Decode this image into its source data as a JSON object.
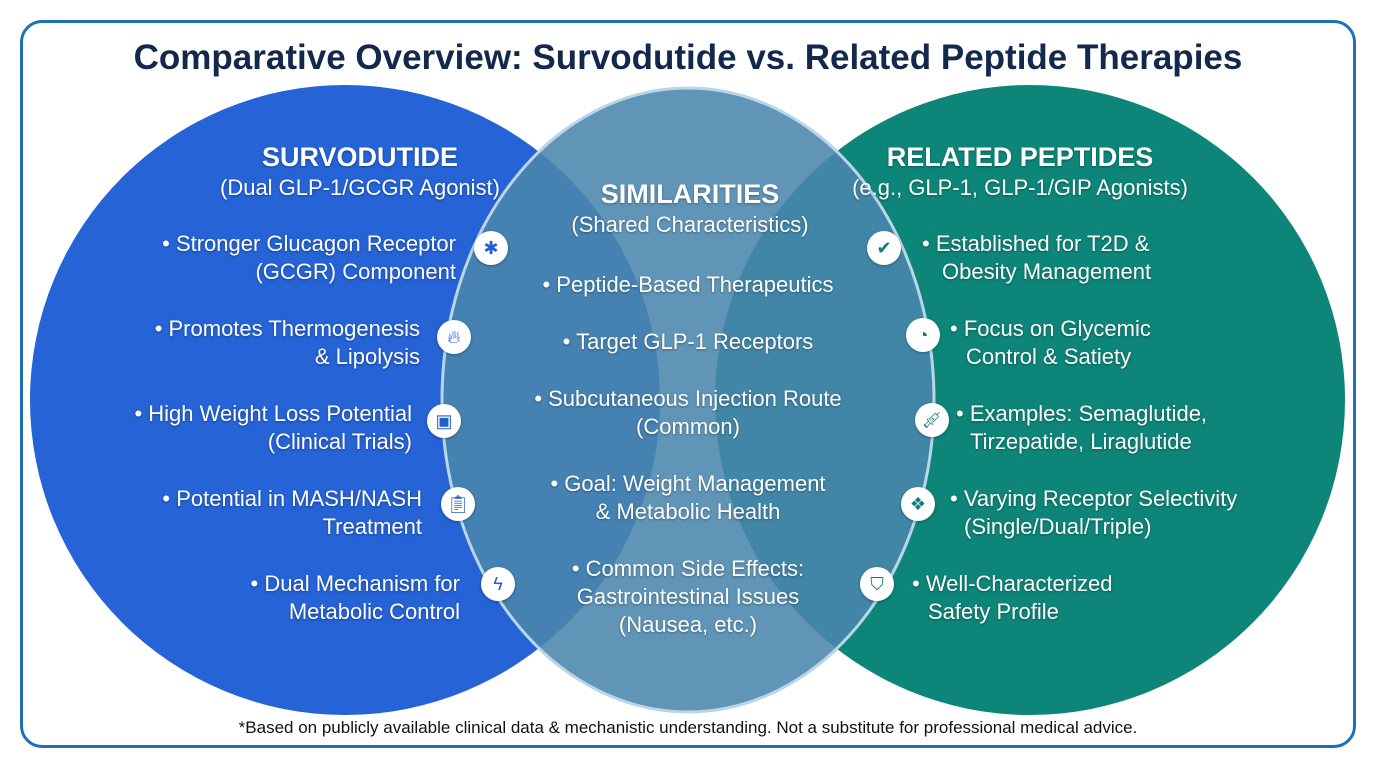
{
  "title": "Comparative Overview: Survodutide vs. Related Peptide Therapies",
  "colors": {
    "left": "#2563d6",
    "right": "#0e8579",
    "middle": "#4a86ad"
  },
  "left": {
    "heading": "SURVODUTIDE",
    "subheading": "(Dual GLP-1/GCGR Agonist)",
    "items": [
      {
        "line1": "• Stronger Glucagon Receptor",
        "line2": "(GCGR) Component",
        "icon": "organ-icon"
      },
      {
        "line1": "• Promotes Thermogenesis",
        "line2": "& Lipolysis",
        "icon": "flame-icon"
      },
      {
        "line1": "• High Weight Loss Potential",
        "line2": "(Clinical Trials)",
        "icon": "scale-icon"
      },
      {
        "line1": "• Potential in MASH/NASH",
        "line2": "Treatment",
        "icon": "clipboard-icon"
      },
      {
        "line1": "• Dual Mechanism for",
        "line2": "Metabolic Control",
        "icon": "lightning-icon"
      }
    ]
  },
  "middle": {
    "heading": "SIMILARITIES",
    "subheading": "(Shared Characteristics)",
    "items": [
      {
        "line1": "• Peptide-Based Therapeutics"
      },
      {
        "line1": "• Target GLP-1 Receptors"
      },
      {
        "line1": "• Subcutaneous Injection Route",
        "line2": "(Common)"
      },
      {
        "line1": "• Goal: Weight Management",
        "line2": "& Metabolic Health"
      },
      {
        "line1": "• Common Side Effects:",
        "line2": "Gastrointestinal Issues",
        "line3": "(Nausea, etc.)"
      }
    ]
  },
  "right": {
    "heading": "RELATED PEPTIDES",
    "subheading": "(e.g., GLP-1, GLP-1/GIP Agonists)",
    "items": [
      {
        "line1": "• Established for T2D &",
        "line2": "Obesity Management",
        "icon": "badge-check-icon"
      },
      {
        "line1": "• Focus on Glycemic",
        "line2": "Control & Satiety",
        "icon": "gauge-icon"
      },
      {
        "line1": "• Examples: Semaglutide,",
        "line2": "Tirzepatide, Liraglutide",
        "icon": "syringe-icon"
      },
      {
        "line1": "• Varying Receptor Selectivity",
        "line2": "(Single/Dual/Triple)",
        "icon": "receptor-icon"
      },
      {
        "line1": "• Well-Characterized",
        "line2": "Safety Profile",
        "icon": "shield-check-icon"
      }
    ]
  },
  "footer": "*Based on publicly available clinical data & mechanistic understanding. Not a substitute for professional medical advice."
}
